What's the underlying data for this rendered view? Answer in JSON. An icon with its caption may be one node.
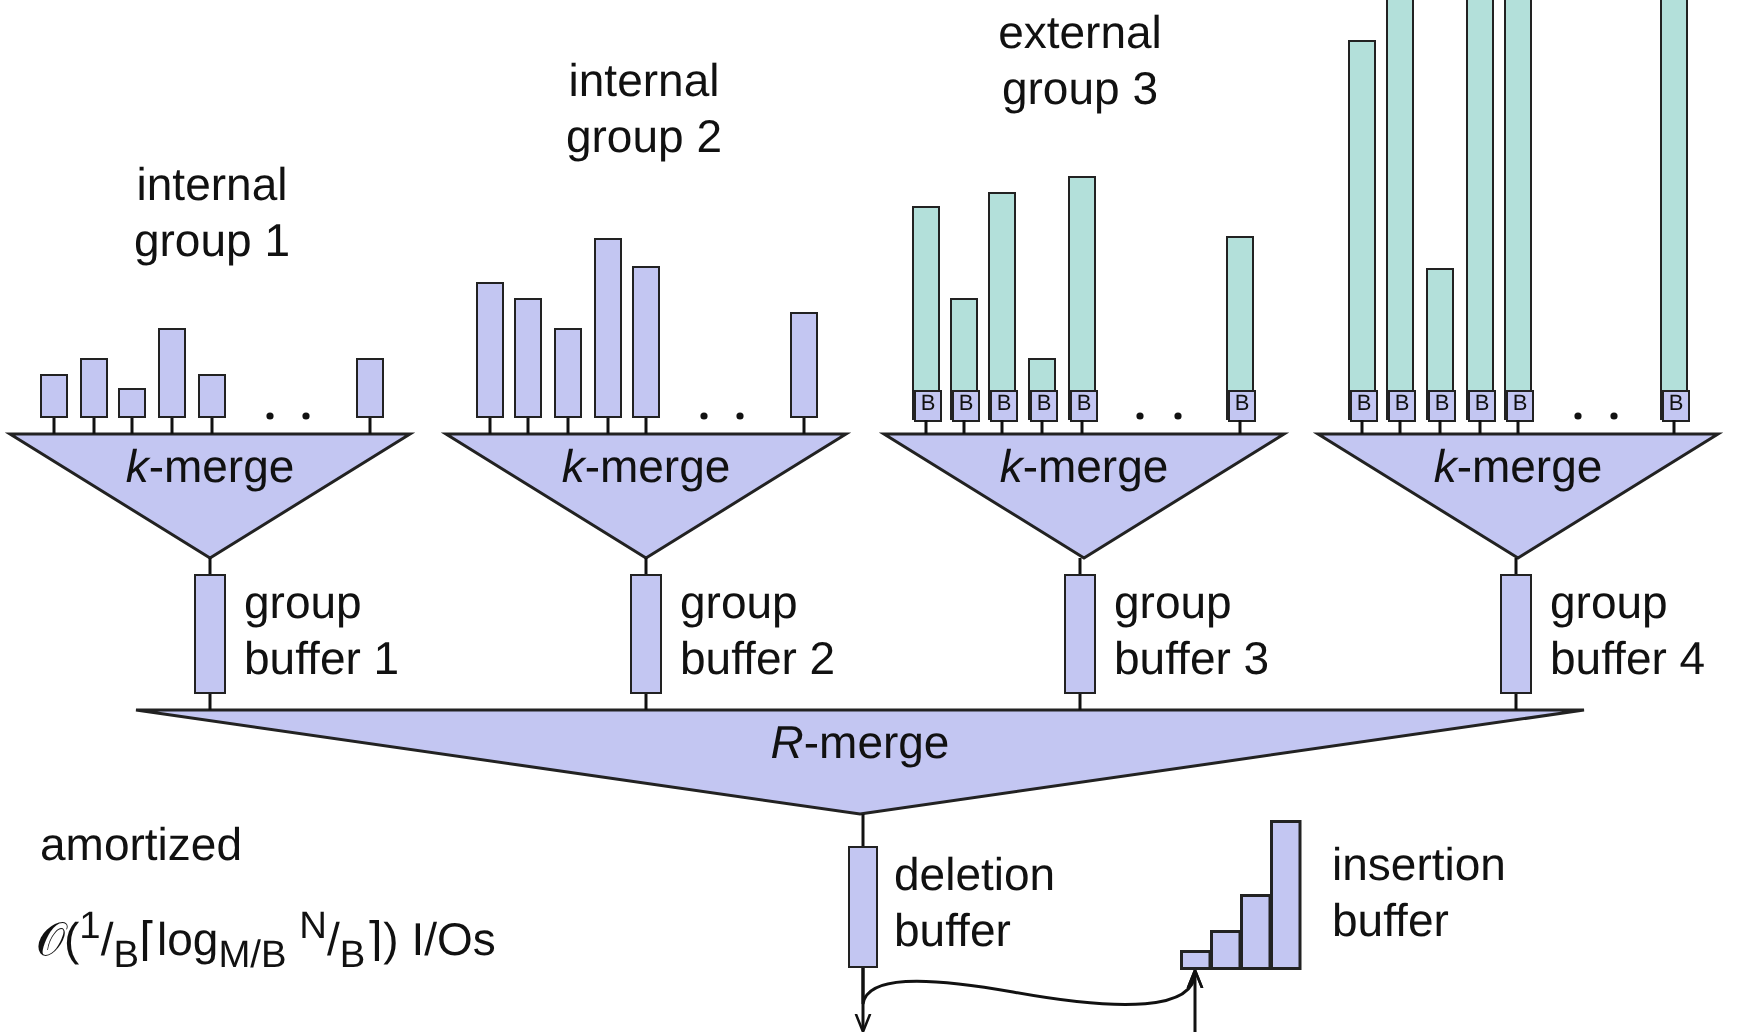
{
  "diagram": {
    "nodes": [
      {
        "text": [],
        "shape": "bar"
      },
      {
        "text": [],
        "shape": "bar"
      },
      {
        "text": [],
        "shape": "bar"
      },
      {
        "text": [],
        "shape": "bar"
      },
      {
        "text": [],
        "shape": "bar"
      },
      {
        "text": [],
        "shape": "bar"
      },
      {
        "text": [
          "*k*-merge"
        ]
      },
      {
        "text": [],
        "shape": "bar"
      },
      {
        "text": [],
        "shape": "bar"
      },
      {
        "text": [],
        "shape": "bar"
      },
      {
        "text": [],
        "shape": "bar"
      },
      {
        "text": [],
        "shape": "bar"
      },
      {
        "text": [],
        "shape": "bar"
      },
      {
        "text": [
          "*k*-merge"
        ]
      },
      {
        "text": [],
        "shape": "bar"
      },
      {
        "text": [
          "B"
        ],
        "in": 14
      },
      {
        "text": [],
        "shape": "bar"
      },
      {
        "text": [
          "B"
        ],
        "in": 16
      },
      {
        "text": [],
        "shape": "bar"
      },
      {
        "text": [
          "B"
        ],
        "in": 18
      },
      {
        "text": [],
        "shape": "bar"
      },
      {
        "text": [
          "B"
        ],
        "in": 20
      },
      {
        "text": [],
        "shape": "bar"
      },
      {
        "text": [
          "B"
        ],
        "in": 22
      },
      {
        "text": [],
        "shape": "bar"
      },
      {
        "text": [
          "B"
        ],
        "in": 24
      },
      {
        "text": [
          "*k*-merge"
        ]
      },
      {
        "text": [],
        "shape": "bar"
      },
      {
        "text": [
          "B"
        ],
        "in": 27
      },
      {
        "text": [],
        "shape": "bar"
      },
      {
        "text": [
          "B"
        ],
        "in": 29
      },
      {
        "text": [],
        "shape": "bar"
      },
      {
        "text": [
          "B"
        ],
        "in": 31
      },
      {
        "text": [],
        "shape": "bar"
      },
      {
        "text": [
          "B"
        ],
        "in": 33
      },
      {
        "text": [],
        "shape": "bar"
      },
      {
        "text": [
          "B"
        ],
        "in": 35
      },
      {
        "text": [],
        "shape": "bar"
      },
      {
        "text": [
          "B"
        ],
        "in": 37
      },
      {
        "text": [
          "*k*-merge"
        ]
      },
      {
        "text": [],
        "shape": "bar",
        "beside": [
          "group buffer 1"
        ]
      },
      {
        "text": [],
        "shape": "bar",
        "beside": [
          "group buffer 2"
        ]
      },
      {
        "text": [],
        "shape": "bar",
        "beside": [
          "group buffer 3"
        ]
      },
      {
        "text": [],
        "shape": "bar",
        "beside": [
          "group buffer 4"
        ]
      },
      {
        "text": [
          "*R*-merge"
        ]
      },
      {
        "text": [],
        "shape": "bar",
        "beside": [
          "deletion buffer"
        ]
      },
      {
        "text": [],
        "shape": "bar",
        "beside": [
          "insertion buffer"
        ]
      }
    ],
    "edges": [
      {
        "from": 0,
        "to": 6,
        "arrow": "none"
      },
      {
        "from": 1,
        "to": 6,
        "arrow": "none"
      },
      {
        "from": 2,
        "to": 6,
        "arrow": "none"
      },
      {
        "from": 3,
        "to": 6,
        "arrow": "none"
      },
      {
        "from": 4,
        "to": 6,
        "arrow": "none"
      },
      {
        "from": 5,
        "to": 6,
        "arrow": "none"
      },
      {
        "from": 7,
        "to": 13,
        "arrow": "none"
      },
      {
        "from": 8,
        "to": 13,
        "arrow": "none"
      },
      {
        "from": 9,
        "to": 13,
        "arrow": "none"
      },
      {
        "from": 10,
        "to": 13,
        "arrow": "none"
      },
      {
        "from": 11,
        "to": 13,
        "arrow": "none"
      },
      {
        "from": 12,
        "to": 13,
        "arrow": "none"
      },
      {
        "from": 14,
        "to": 26,
        "arrow": "none"
      },
      {
        "from": 16,
        "to": 26,
        "arrow": "none"
      },
      {
        "from": 18,
        "to": 26,
        "arrow": "none"
      },
      {
        "from": 20,
        "to": 26,
        "arrow": "none"
      },
      {
        "from": 22,
        "to": 26,
        "arrow": "none"
      },
      {
        "from": 24,
        "to": 26,
        "arrow": "none"
      },
      {
        "from": 27,
        "to": 39,
        "arrow": "none"
      },
      {
        "from": 29,
        "to": 39,
        "arrow": "none"
      },
      {
        "from": 31,
        "to": 39,
        "arrow": "none"
      },
      {
        "from": 33,
        "to": 39,
        "arrow": "none"
      },
      {
        "from": 35,
        "to": 39,
        "arrow": "none"
      },
      {
        "from": 37,
        "to": 39,
        "arrow": "none"
      },
      {
        "from": 6,
        "to": 40,
        "arrow": "none"
      },
      {
        "from": 13,
        "to": 41,
        "arrow": "none"
      },
      {
        "from": 26,
        "to": 42,
        "arrow": "none"
      },
      {
        "from": 39,
        "to": 43,
        "arrow": "none"
      },
      {
        "from": 40,
        "to": 44,
        "arrow": "none"
      },
      {
        "from": 41,
        "to": 44,
        "arrow": "none"
      },
      {
        "from": 42,
        "to": 44,
        "arrow": "none"
      },
      {
        "from": 43,
        "to": 44,
        "arrow": "none"
      },
      {
        "from": 44,
        "to": 45,
        "arrow": "none"
      },
      {
        "from": 45,
        "to": null,
        "arrow": "to"
      },
      {
        "from": 45,
        "to": 46,
        "arrow": "to"
      },
      {
        "from": null,
        "to": 46,
        "arrow": "to"
      }
    ],
    "labels": [
      "internal group 1",
      "internal group 2",
      "external group 3",
      "amortized",
      "𝒪($^{1}$/$_{B}$⌈log$_{M/B}$ $^{N}$/$_{B}$⌉) I/Os"
    ]
  }
}
